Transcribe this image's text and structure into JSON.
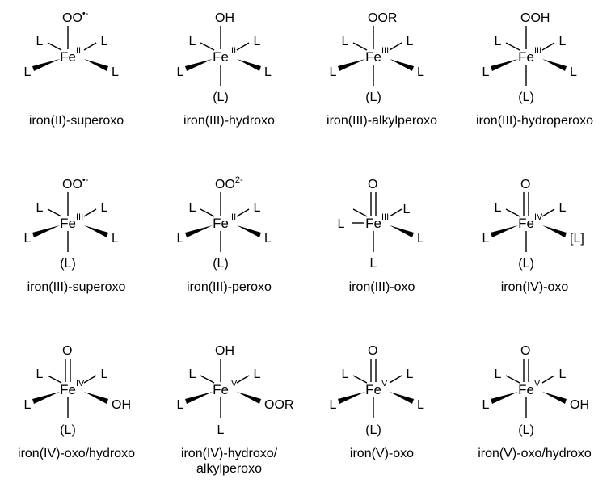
{
  "complexes": [
    {
      "label": "iron(II)-superoxo",
      "top_text": "OO",
      "top_sup": "•-",
      "center": "Fe",
      "ox": "II",
      "left_upper": "L",
      "right_upper": "L",
      "left_lower": "L",
      "right_lower": "L",
      "bottom": ""
    },
    {
      "label": "iron(III)-hydroxo",
      "top_text": "OH",
      "top_sup": "",
      "center": "Fe",
      "ox": "III",
      "left_upper": "L",
      "right_upper": "L",
      "left_lower": "L",
      "right_lower": "L",
      "bottom": "(L)"
    },
    {
      "label": "iron(III)-alkylperoxo",
      "top_text": "OOR",
      "top_sup": "",
      "center": "Fe",
      "ox": "III",
      "left_upper": "L",
      "right_upper": "L",
      "left_lower": "L",
      "right_lower": "L",
      "bottom": "(L)"
    },
    {
      "label": "iron(III)-hydroperoxo",
      "top_text": "OOH",
      "top_sup": "",
      "center": "Fe",
      "ox": "III",
      "left_upper": "L",
      "right_upper": "L",
      "left_lower": "L",
      "right_lower": "L",
      "bottom": "(L)"
    },
    {
      "label": "iron(III)-superoxo",
      "top_text": "OO",
      "top_sup": "•-",
      "center": "Fe",
      "ox": "III",
      "left_upper": "L",
      "right_upper": "L",
      "left_lower": "L",
      "right_lower": "L",
      "bottom": "(L)"
    },
    {
      "label": "iron(III)-peroxo",
      "top_text": "OO",
      "top_sup": "2-",
      "center": "Fe",
      "ox": "III",
      "left_upper": "L",
      "right_upper": "L",
      "left_lower": "L",
      "right_lower": "L",
      "bottom": "(L)"
    },
    {
      "label": "iron(III)-oxo",
      "top_text": "O",
      "top_sup": "",
      "center": "Fe",
      "ox": "III",
      "left_upper": "L",
      "right_upper": "L",
      "left_lower": "",
      "right_lower": "L",
      "bottom": "L",
      "double_top": true,
      "left_horizontal": true
    },
    {
      "label": "iron(IV)-oxo",
      "top_text": "O",
      "top_sup": "",
      "center": "Fe",
      "ox": "IV",
      "left_upper": "L",
      "right_upper": "L",
      "left_lower": "L",
      "right_lower": "[L]",
      "bottom": "(L)",
      "double_top": true
    },
    {
      "label": "iron(IV)-oxo/hydroxo",
      "top_text": "O",
      "top_sup": "",
      "center": "Fe",
      "ox": "IV",
      "left_upper": "L",
      "right_upper": "L",
      "left_lower": "L",
      "right_lower": "OH",
      "bottom": "(L)",
      "double_top": true
    },
    {
      "label": "iron(IV)-hydroxo/",
      "label2": "alkylperoxo",
      "top_text": "OH",
      "top_sup": "",
      "center": "Fe",
      "ox": "IV",
      "left_upper": "L",
      "right_upper": "L",
      "left_lower": "L",
      "right_lower": "OOR",
      "bottom": "L"
    },
    {
      "label": "iron(V)-oxo",
      "top_text": "O",
      "top_sup": "",
      "center": "Fe",
      "ox": "V",
      "left_upper": "L",
      "right_upper": "L",
      "left_lower": "L",
      "right_lower": "L",
      "bottom": "(L)",
      "double_top": true
    },
    {
      "label": "iron(V)-oxo/hydroxo",
      "top_text": "O",
      "top_sup": "",
      "center": "Fe",
      "ox": "V",
      "left_upper": "L",
      "right_upper": "L",
      "left_lower": "L",
      "right_lower": "OH",
      "bottom": "(L)",
      "double_top": true
    }
  ]
}
